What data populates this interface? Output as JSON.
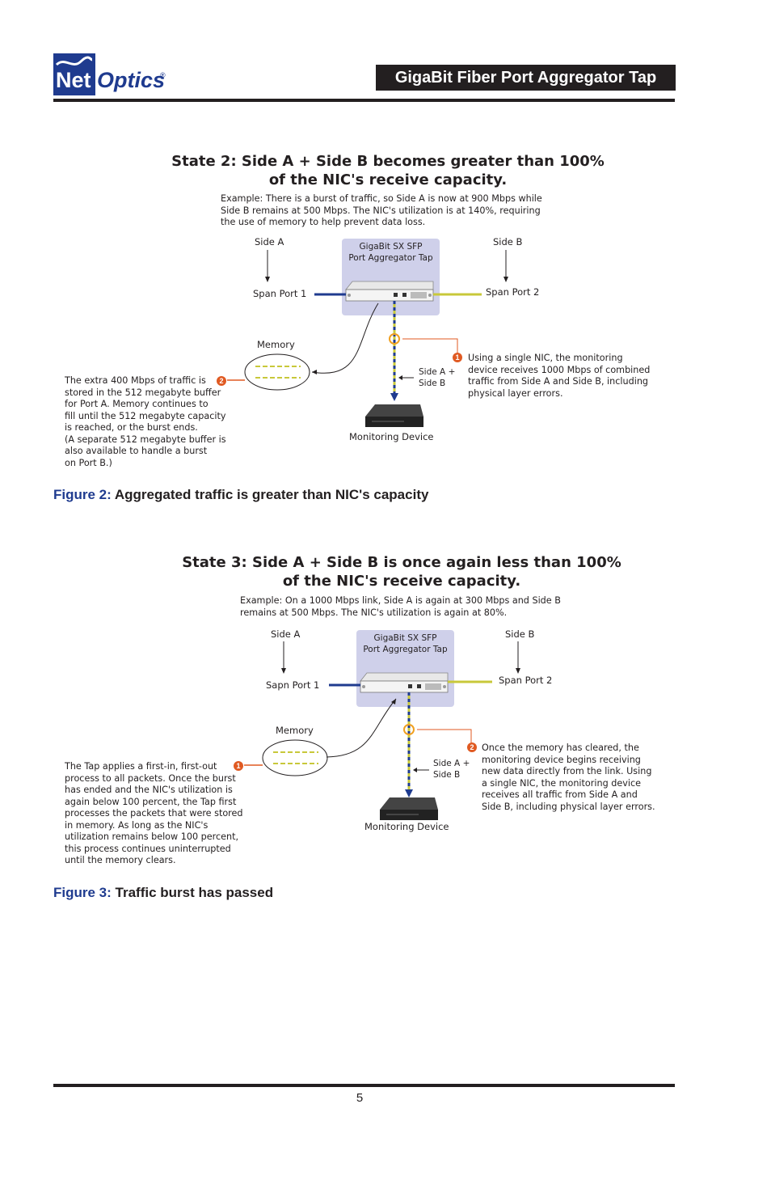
{
  "header": {
    "logo_net": "Net",
    "logo_optics": "Optics",
    "logo_reg": "®",
    "title": "GigaBit Fiber Port Aggregator Tap"
  },
  "state2": {
    "title_line1": "State 2: Side A + Side B becomes greater than 100%",
    "title_line2": "of the NIC's receive capacity.",
    "example": "Example: There is a burst of traffic, so Side A is now at 900 Mbps while\nSide B remains at 500 Mbps. The NIC's utilization is at 140%, requiring\nthe use of memory to help prevent data loss.",
    "side_a": "Side A",
    "side_b": "Side B",
    "tap_label": "GigaBit SX SFP\nPort Aggregator Tap",
    "span_port_1": "Span Port 1",
    "span_port_2": "Span Port 2",
    "memory": "Memory",
    "side_ab": "Side A +\nSide B",
    "monitoring_device": "Monitoring Device",
    "callout1_num": "1",
    "callout1": "Using a single NIC, the monitoring\ndevice receives 1000 Mbps of combined\ntraffic from Side A and Side B, including\nphysical layer errors.",
    "callout2_num": "2",
    "callout2": "The extra 400 Mbps of traffic is\nstored in the 512 megabyte buffer\nfor Port A. Memory continues to\nfill until the 512 megabyte capacity\nis reached, or the burst ends.\n(A separate 512 megabyte buffer is\nalso available to handle a burst\non Port B.)"
  },
  "figure2": {
    "number": "Figure 2:",
    "caption": " Aggregated traffic is greater than NIC's capacity"
  },
  "state3": {
    "title_line1": "State 3: Side A + Side B is once again less than 100%",
    "title_line2": "of the NIC's receive capacity.",
    "example": "Example: On a 1000 Mbps link, Side A is again at 300 Mbps and Side B\nremains at 500 Mbps. The NIC's utilization is again at 80%.",
    "side_a": "Side A",
    "side_b": "Side B",
    "tap_label": "GigaBit SX SFP\nPort Aggregator Tap",
    "span_port_1": "Sapn Port 1",
    "span_port_2": "Span Port 2",
    "memory": "Memory",
    "side_ab": "Side A +\nSide B",
    "monitoring_device": "Monitoring Device",
    "callout1_num": "1",
    "callout1": "The Tap applies a first-in, first-out\nprocess to all packets. Once the burst\nhas ended and the NIC's utilization is\nagain below 100 percent, the Tap first\nprocesses the packets that were stored\nin memory. As long as the NIC's\nutilization remains below 100 percent,\nthis process continues uninterrupted\nuntil the memory clears.",
    "callout2_num": "2",
    "callout2": "Once the memory has cleared, the\nmonitoring device begins receiving\nnew data directly from the link. Using\na single NIC, the monitoring device\nreceives all traffic from Side A and\nSide B, including physical layer errors."
  },
  "figure3": {
    "number": "Figure 3:",
    "caption": " Traffic burst has passed"
  },
  "footer": {
    "page_number": "5"
  },
  "colors": {
    "brand_blue": "#1f3b8f",
    "port1_line": "#1f3b8f",
    "port2_line": "#c8c83a",
    "tap_panel": "#cfd0ea",
    "callout_orange": "#e05a22",
    "highlight_ring": "#f0a020"
  }
}
